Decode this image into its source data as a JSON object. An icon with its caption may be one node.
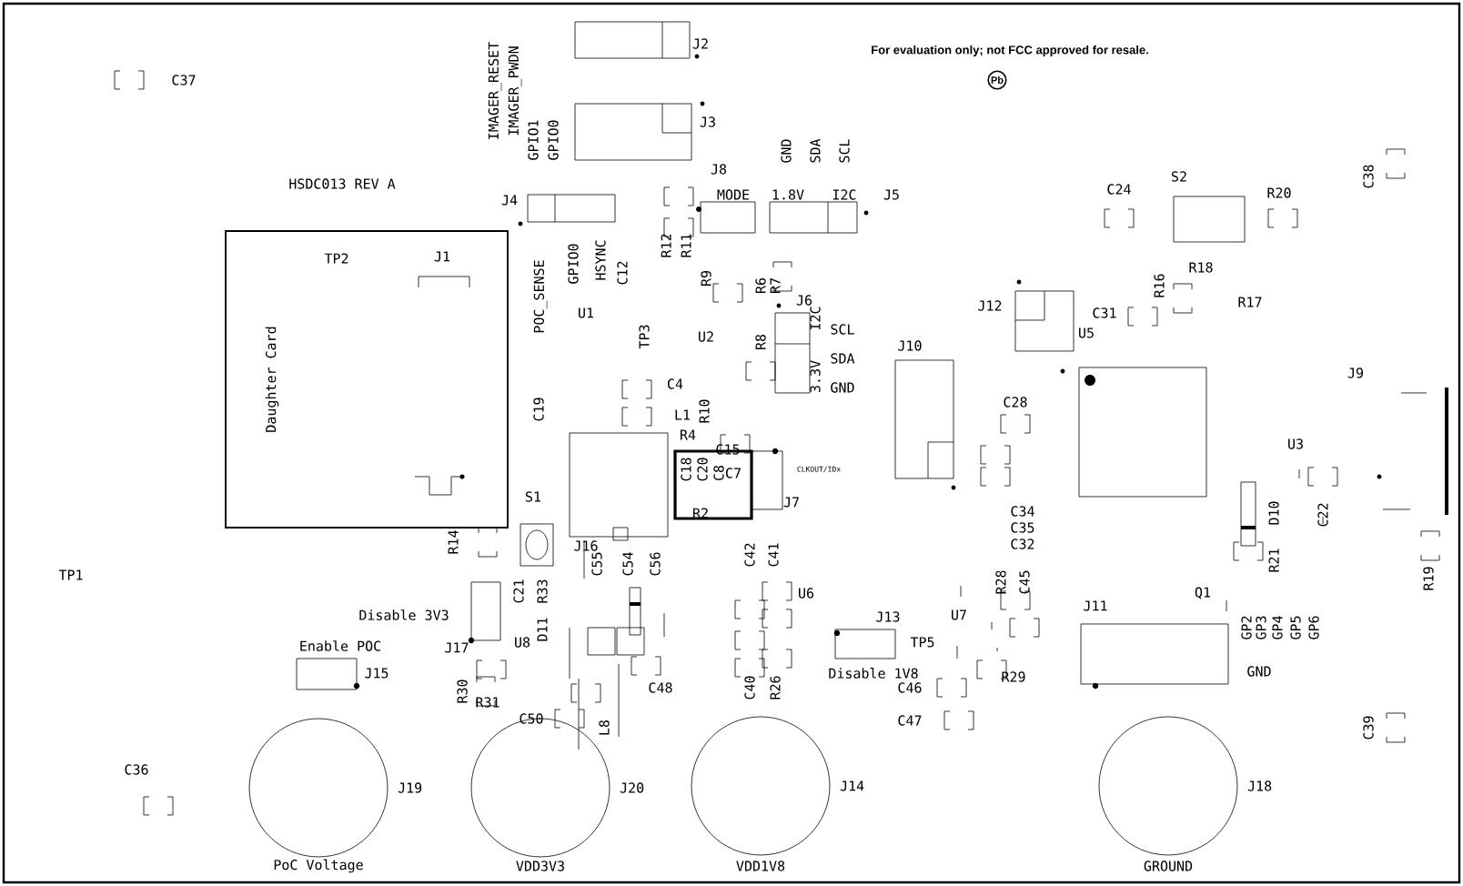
{
  "diagram": {
    "nodes": [
      {
        "text": [
          "Pb"
        ]
      },
      {
        "text": [
          "Daughter Card"
        ]
      },
      {
        "text": [],
        "shape": "circle",
        "beside": [
          "J19",
          "PoC Voltage"
        ]
      },
      {
        "text": [],
        "shape": "circle",
        "beside": [
          "J20",
          "VDD3V3"
        ]
      },
      {
        "text": [],
        "shape": "circle",
        "beside": [
          "J14",
          "VDD1V8"
        ]
      },
      {
        "text": [],
        "shape": "circle",
        "beside": [
          "J18",
          "GROUND"
        ]
      }
    ],
    "labels": [
      "C37",
      "IMAGER_RESET",
      "IMAGER_PWDN",
      "GPIO1",
      "GPIO0",
      "J2",
      "For evaluation only; not FCC approved for resale.",
      "J3",
      "HSDC013 REV A",
      "GND",
      "SDA",
      "SCL",
      "J8",
      "MODE",
      "1.8V",
      "I2C",
      "J5",
      "J4",
      "C24",
      "S2",
      "R20",
      "C38",
      "R12",
      "R11",
      "POC_SENSE",
      "GPIO0",
      "HSYNC",
      "C12",
      "TP2",
      "J1",
      "R9",
      "R6",
      "R7",
      "R16",
      "R18",
      "U1",
      "J6",
      "J12",
      "C31",
      "R17",
      "TP3",
      "U2",
      "R8",
      "I2C",
      "SCL",
      "J10",
      "U5",
      "3.3V",
      "SDA",
      "GND",
      "J9",
      "C19",
      "C4",
      "L1",
      "R10",
      "R4",
      "C28",
      "U3",
      "C18",
      "C20",
      "C8",
      "C15",
      "C7",
      "CLKOUT/IDx",
      "J7",
      "R2",
      "S1",
      "C34",
      "C35",
      "C32",
      "D10",
      "C22",
      "R14",
      "J16",
      "C55",
      "C54",
      "C56",
      "C42",
      "C41",
      "R21",
      "TP1",
      "R28",
      "C45",
      "R19",
      "C21",
      "R33",
      "U6",
      "Q1",
      "J11",
      "Disable 3V3",
      "J13",
      "U7",
      "D11",
      "GP2",
      "GP3",
      "GP4",
      "GP5",
      "GP6",
      "Enable POC",
      "J17",
      "U8",
      "TP5",
      "J15",
      "Disable 1V8",
      "R29",
      "GND",
      "C48",
      "C40",
      "R26",
      "C46",
      "R30",
      "R31",
      "C50",
      "C47",
      "L8",
      "C39",
      "C36"
    ]
  }
}
